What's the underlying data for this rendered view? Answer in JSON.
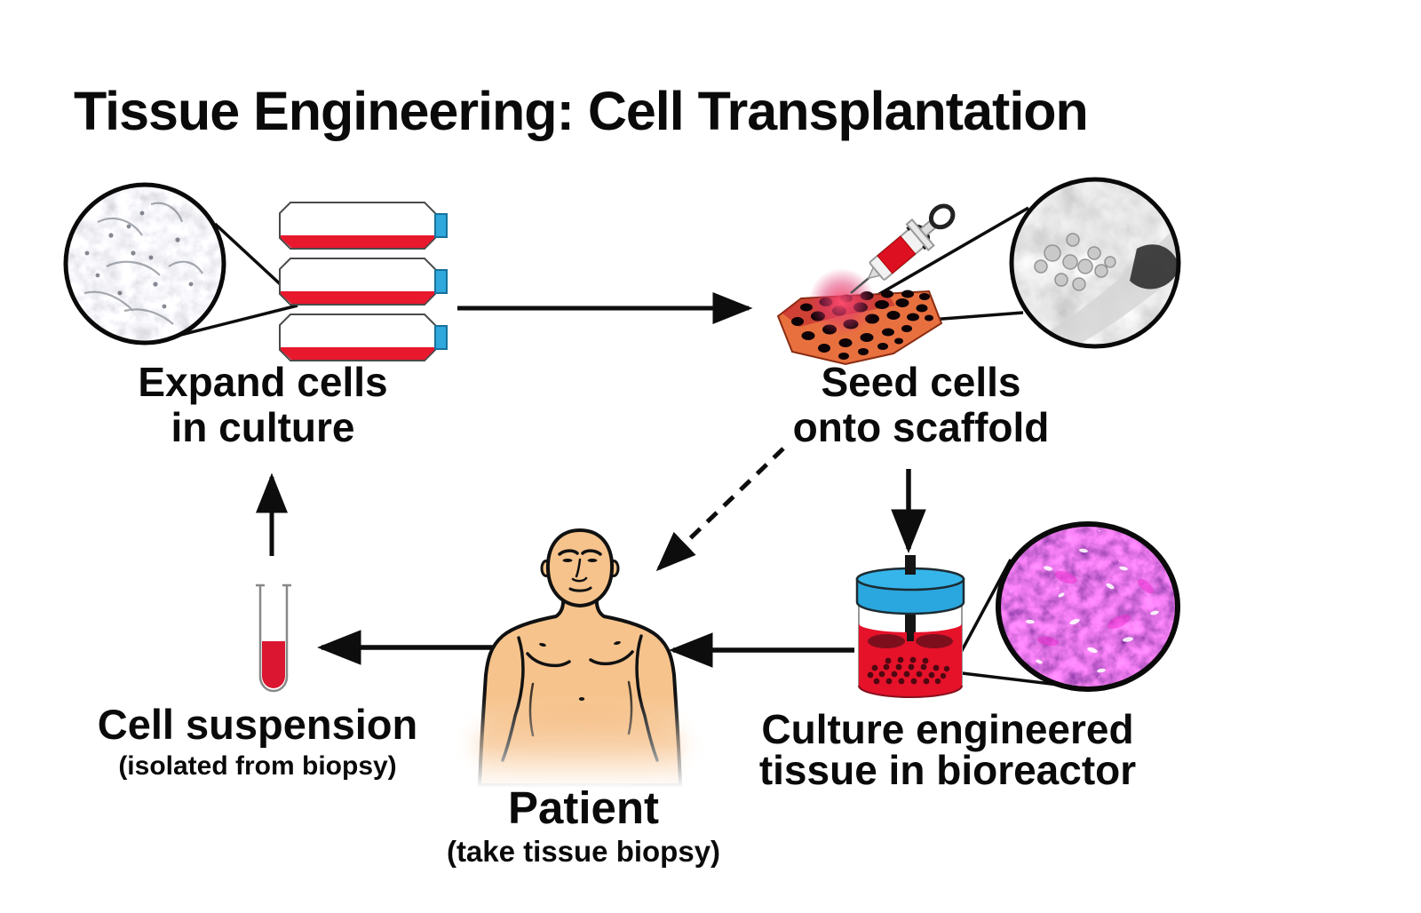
{
  "title": "Tissue Engineering: Cell Transplantation",
  "labels": {
    "expand_line1": "Expand cells",
    "expand_line2": "in culture",
    "seed_line1": "Seed cells",
    "seed_line2": "onto scaffold",
    "culture_line1": "Culture engineered",
    "culture_line2": "tissue in bioreactor",
    "suspension_title": "Cell suspension",
    "suspension_sub": "(isolated from biopsy)",
    "patient_title": "Patient",
    "patient_sub": "(take tissue biopsy)"
  },
  "flow": [
    {
      "from": "expand-cells-in-culture",
      "to": "seed-cells-onto-scaffold",
      "style": "solid"
    },
    {
      "from": "seed-cells-onto-scaffold",
      "to": "culture-engineered-tissue-in-bioreactor",
      "style": "solid"
    },
    {
      "from": "seed-cells-onto-scaffold",
      "to": "patient",
      "style": "dashed"
    },
    {
      "from": "culture-engineered-tissue-in-bioreactor",
      "to": "patient",
      "style": "solid"
    },
    {
      "from": "patient",
      "to": "cell-suspension",
      "style": "solid"
    },
    {
      "from": "cell-suspension",
      "to": "expand-cells-in-culture",
      "style": "solid"
    }
  ],
  "icons": [
    {
      "name": "cell-micrograph-circle",
      "meaning": "phase-contrast image of cultured cells"
    },
    {
      "name": "culture-flask-stack",
      "meaning": "three culture flasks with red medium and cyan caps"
    },
    {
      "name": "syringe-icon",
      "meaning": "syringe seeding cell suspension"
    },
    {
      "name": "scaffold-icon",
      "meaning": "porous polymer scaffold"
    },
    {
      "name": "sem-micrograph-circle",
      "meaning": "SEM image of cells on scaffold"
    },
    {
      "name": "bioreactor-icon",
      "meaning": "stirred bioreactor vessel with red medium"
    },
    {
      "name": "tissue-micrograph-circle",
      "meaning": "histology of engineered tissue"
    },
    {
      "name": "patient-figure",
      "meaning": "human patient torso"
    },
    {
      "name": "test-tube-icon",
      "meaning": "tube of cell suspension"
    }
  ],
  "colors": {
    "background": "#ffffff",
    "text": "#0a0a0a",
    "accent_red": "#e8182d",
    "accent_cyan": "#2fa8dc",
    "scaffold_orange": "#e8703f",
    "tissue_magenta": "#cc00cc",
    "skin": "#f6c38c"
  }
}
